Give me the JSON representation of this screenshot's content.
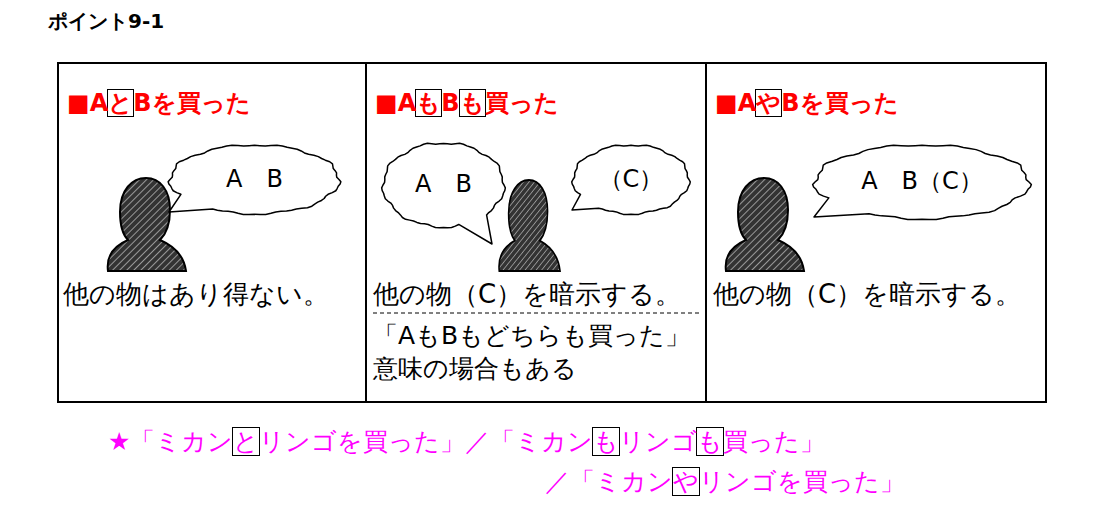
{
  "diagram": {
    "title": "ポイント9-1",
    "nodes": [
      {
        "text": [
          "■AとBを買った",
          "他の物はあり得ない。"
        ]
      },
      {
        "text": [
          "A　B"
        ],
        "in": 0
      },
      {
        "text": [
          "■AもBも買った",
          "他の物（C）を暗示する。",
          "「AもBもどちらも買った」 意味の場合もある"
        ]
      },
      {
        "text": [
          "A　B"
        ],
        "in": 2
      },
      {
        "text": [
          "（C）"
        ],
        "in": 2
      },
      {
        "text": [
          "■AやBを買った",
          "他の物（C）を暗示する。"
        ]
      },
      {
        "text": [
          "A　B（C）"
        ],
        "in": 5
      }
    ],
    "labels": [
      "★「ミカンとリンゴを買った」／「ミカンもリンゴも買った」",
      "／「ミカンやリンゴを買った」"
    ]
  }
}
